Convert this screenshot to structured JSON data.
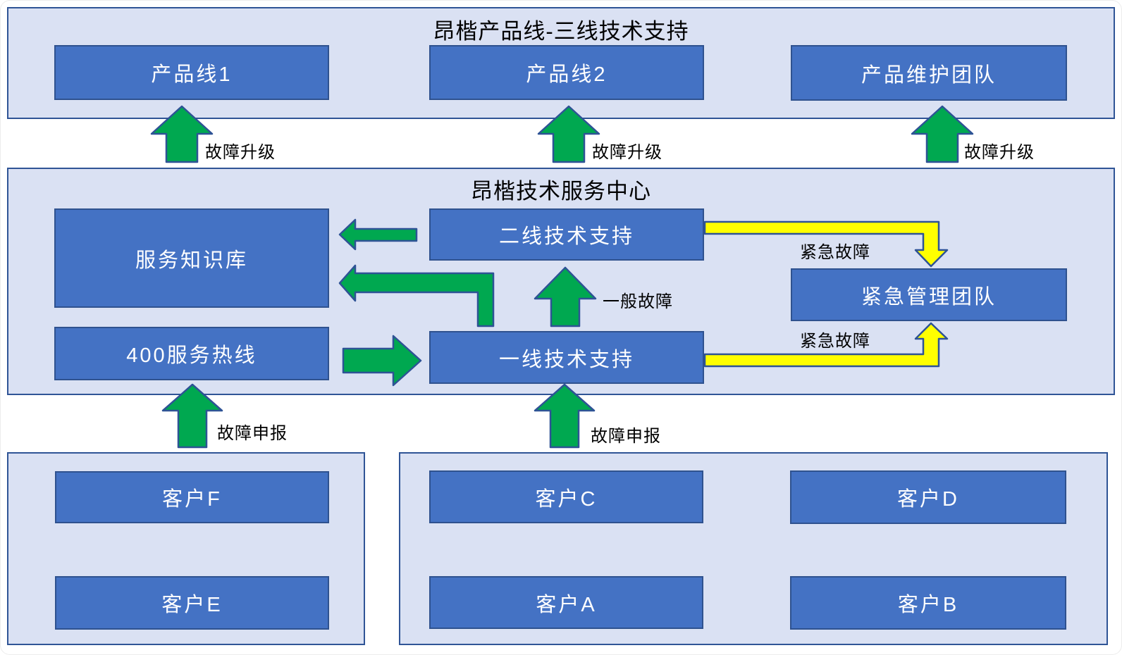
{
  "colors": {
    "node_fill": "#4472C4",
    "node_border": "#2F528F",
    "group_fill": "#DAE1F3",
    "group_border": "#2F5496",
    "arrow_green": "#00A850",
    "arrow_yellow": "#FFFF00",
    "arrow_outline": "#2E5395",
    "node_text": "#FFFFFF",
    "label_text": "#000000"
  },
  "top_section": {
    "title": "昂楷产品线-三线技术支持",
    "boxes": [
      {
        "label": "产品线1"
      },
      {
        "label": "产品线2"
      },
      {
        "label": "产品维护团队"
      }
    ]
  },
  "middle_section": {
    "title": "昂楷技术服务中心",
    "boxes": [
      {
        "label": "服务知识库"
      },
      {
        "label": "400服务热线"
      },
      {
        "label": "二线技术支持"
      },
      {
        "label": "一线技术支持"
      },
      {
        "label": "紧急管理团队"
      }
    ]
  },
  "bottom_left_section": {
    "boxes": [
      {
        "label": "客户F"
      },
      {
        "label": "客户E"
      }
    ]
  },
  "bottom_right_section": {
    "boxes": [
      {
        "label": "客户C"
      },
      {
        "label": "客户D"
      },
      {
        "label": "客户A"
      },
      {
        "label": "客户B"
      }
    ]
  },
  "arrow_labels": {
    "fault_upgrade_1": "故障升级",
    "fault_upgrade_2": "故障升级",
    "fault_upgrade_3": "故障升级",
    "general_fault": "一般故障",
    "emergency_fault_top": "紧急故障",
    "emergency_fault_bottom": "紧急故障",
    "fault_report_left": "故障申报",
    "fault_report_right": "故障申报"
  }
}
